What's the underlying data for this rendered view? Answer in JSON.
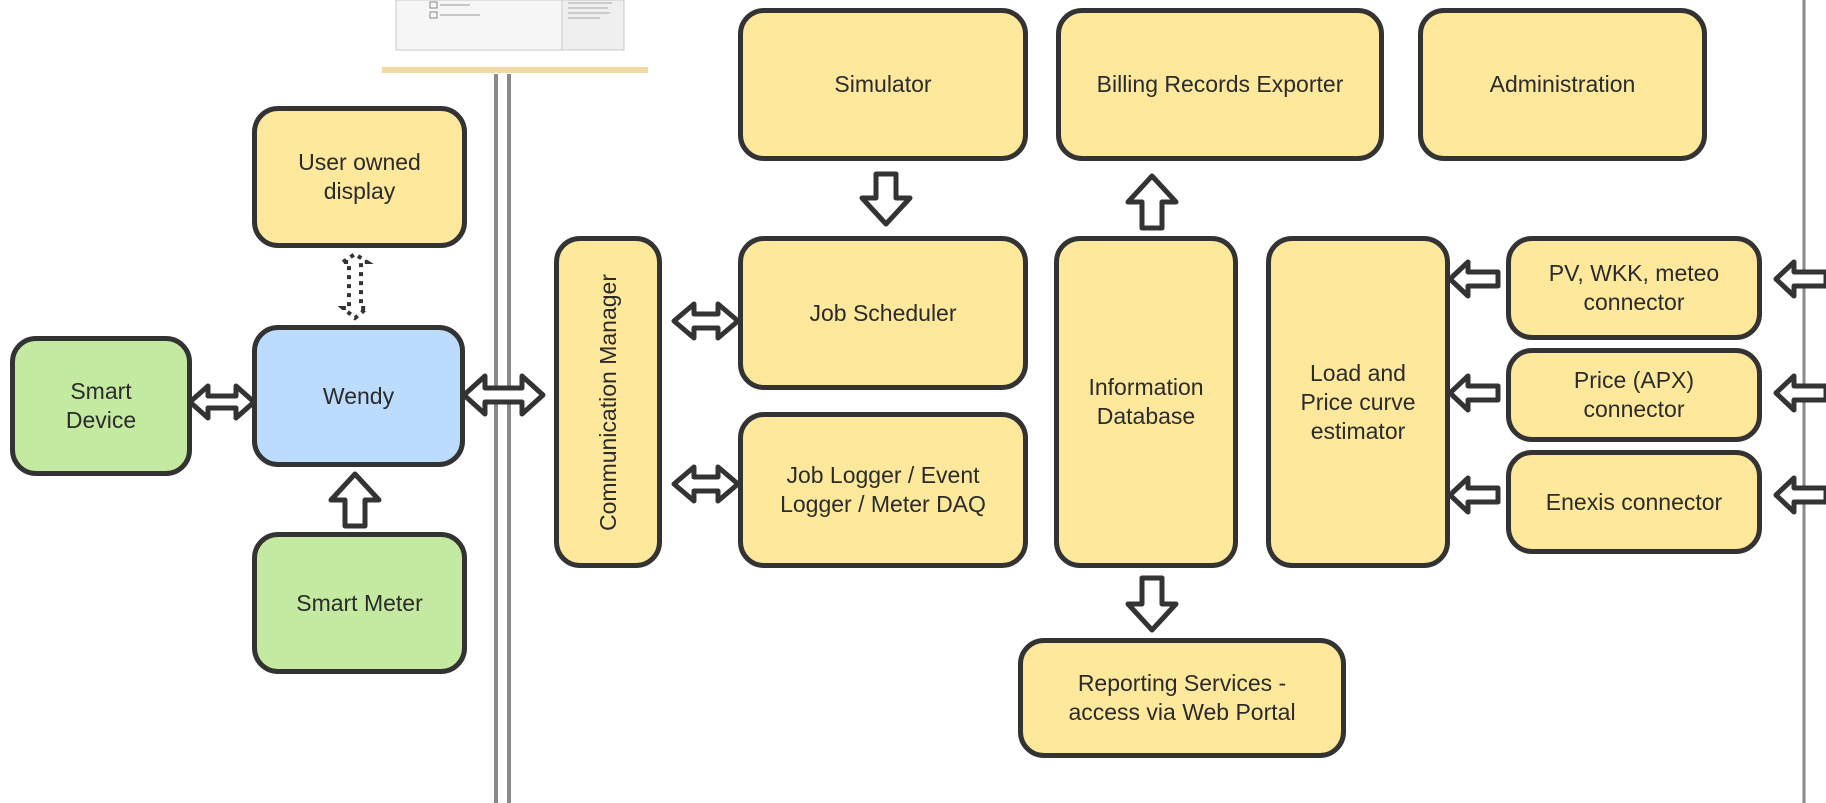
{
  "boxes": {
    "simulator": "Simulator",
    "billing_records_exporter": "Billing Records Exporter",
    "administration": "Administration",
    "user_owned_display": "User owned\ndisplay",
    "communication_manager": "Communication Manager",
    "job_scheduler": "Job Scheduler",
    "job_logger": "Job Logger / Event\nLogger / Meter DAQ",
    "information_database": "Information\nDatabase",
    "load_price_estimator": "Load and\nPrice curve\nestimator",
    "pv_connector": "PV, WKK, meteo\nconnector",
    "price_connector": "Price (APX)\nconnector",
    "enexis_connector": "Enexis connector",
    "smart_device": "Smart\nDevice",
    "wendy": "Wendy",
    "smart_meter": "Smart Meter",
    "reporting_services": "Reporting Services -\naccess via Web Portal"
  },
  "colors": {
    "component": "#fde89c",
    "device": "#c3eaa0",
    "hub": "#bcdcfd",
    "outline": "#333333"
  }
}
